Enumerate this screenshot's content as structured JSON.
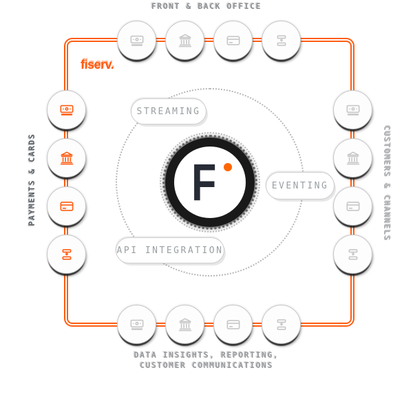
{
  "colors": {
    "orange": "#ff5c10",
    "hub_ring": "#191919",
    "hub_letter_dark": "#262b36",
    "gray_icon": "#c7c7c7",
    "pill_text": "#9aa0a3",
    "background": "#ffffff"
  },
  "brand": {
    "logo_text": "fiserv.",
    "hub_letter": "F",
    "hub_dot_icon": "orange-dot-icon"
  },
  "labels": {
    "top": "FRONT & BACK OFFICE",
    "left": "PAYMENTS & CARDS",
    "right": "CUSTOMERS & CHANNELS",
    "bottom": [
      "DATA INSIGHTS, REPORTING,",
      "CUSTOMER COMMUNICATIONS"
    ]
  },
  "pills": {
    "streaming": "STREAMING",
    "eventing": "EVENTING",
    "api": "API INTEGRATION"
  },
  "nodes": {
    "top": [
      "banknote-icon",
      "bank-icon",
      "credit-card-icon",
      "workflow-icon"
    ],
    "right": [
      "banknote-icon",
      "bank-icon",
      "credit-card-icon",
      "workflow-icon"
    ],
    "bottom": [
      "banknote-icon",
      "bank-icon",
      "credit-card-icon",
      "workflow-icon"
    ],
    "left": [
      "banknote-icon",
      "bank-icon",
      "credit-card-icon",
      "workflow-icon"
    ],
    "left_column_accent": "orange"
  }
}
